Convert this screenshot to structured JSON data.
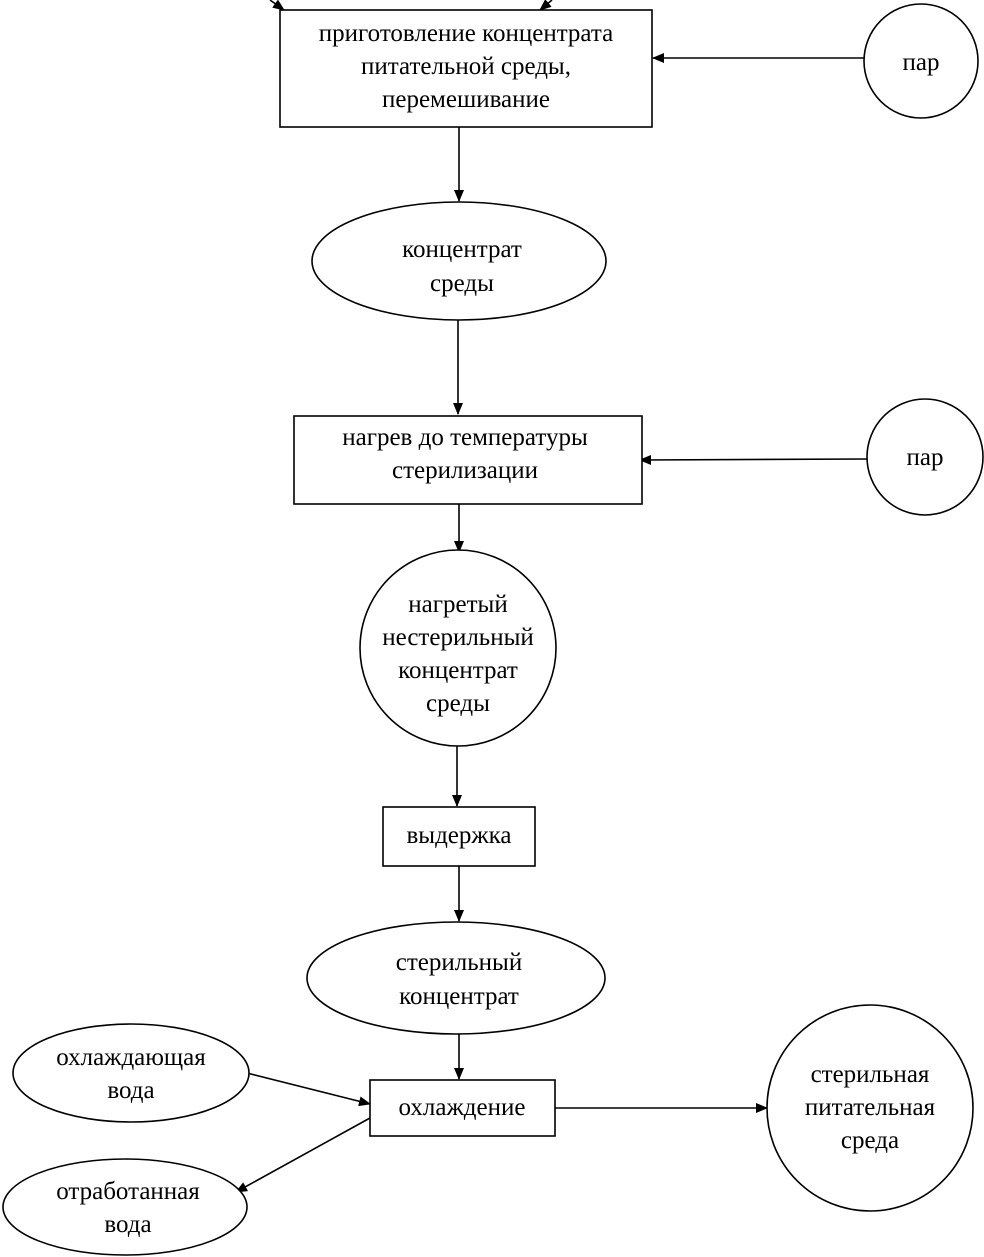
{
  "diagram": {
    "nodes": {
      "prep": {
        "lines": [
          "приготовление концентрата",
          "питательной среды,",
          "перемешивание"
        ]
      },
      "steam1": {
        "lines": [
          "пар"
        ]
      },
      "concentrate": {
        "lines": [
          "концентрат",
          "среды"
        ]
      },
      "heating": {
        "lines": [
          "нагрев до температуры",
          "стерилизации"
        ]
      },
      "steam2": {
        "lines": [
          "пар"
        ]
      },
      "heated": {
        "lines": [
          "нагретый",
          "нестерильный",
          "концентрат",
          "среды"
        ]
      },
      "holding": {
        "lines": [
          "выдержка"
        ]
      },
      "sterile_conc": {
        "lines": [
          "стерильный",
          "концентрат"
        ]
      },
      "cooling_water": {
        "lines": [
          "охлаждающая",
          "вода"
        ]
      },
      "cooling": {
        "lines": [
          "охлаждение"
        ]
      },
      "sterile_medium": {
        "lines": [
          "стерильная",
          "питательная",
          "среда"
        ]
      },
      "spent_water": {
        "lines": [
          "отработанная",
          "вода"
        ]
      }
    },
    "colors": {
      "stroke": "#000000",
      "fill": "#ffffff",
      "text": "#000000"
    }
  }
}
